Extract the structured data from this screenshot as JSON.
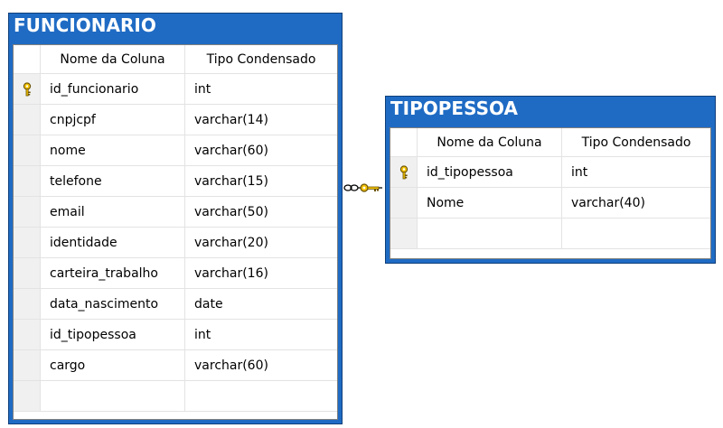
{
  "tables": [
    {
      "name": "FUNCIONARIO",
      "headers": [
        "Nome da Coluna",
        "Tipo Condensado"
      ],
      "rows": [
        {
          "column": "id_funcionario",
          "type": "int",
          "key": true
        },
        {
          "column": "cnpjcpf",
          "type": "varchar(14)",
          "key": false
        },
        {
          "column": "nome",
          "type": "varchar(60)",
          "key": false
        },
        {
          "column": "telefone",
          "type": "varchar(15)",
          "key": false
        },
        {
          "column": "email",
          "type": "varchar(50)",
          "key": false
        },
        {
          "column": "identidade",
          "type": "varchar(20)",
          "key": false
        },
        {
          "column": "carteira_trabalho",
          "type": "varchar(16)",
          "key": false
        },
        {
          "column": "data_nascimento",
          "type": "date",
          "key": false
        },
        {
          "column": "id_tipopessoa",
          "type": "int",
          "key": false
        },
        {
          "column": "cargo",
          "type": "varchar(60)",
          "key": false
        }
      ]
    },
    {
      "name": "TIPOPESSOA",
      "headers": [
        "Nome da Coluna",
        "Tipo Condensado"
      ],
      "rows": [
        {
          "column": "id_tipopessoa",
          "type": "int",
          "key": true
        },
        {
          "column": "Nome",
          "type": "varchar(40)",
          "key": false
        }
      ]
    }
  ],
  "relationship": {
    "from": "FUNCIONARIO",
    "to": "TIPOPESSOA",
    "ends": [
      "infinity-icon",
      "key-icon"
    ]
  },
  "colors": {
    "title_bar": "#1f6bc4",
    "key": "#e0b000"
  }
}
